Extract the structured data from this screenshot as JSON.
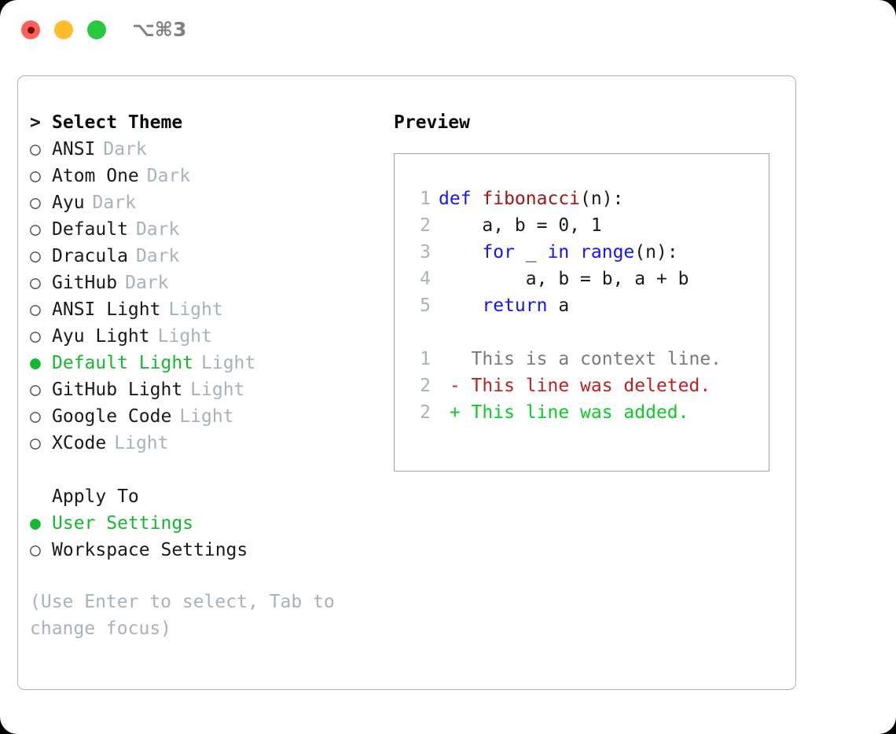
{
  "window": {
    "title": "⌥⌘3",
    "traffic_lights": [
      {
        "name": "close-button",
        "color": "#ff5f57"
      },
      {
        "name": "minimize-button",
        "color": "#febc2e"
      },
      {
        "name": "maximize-button",
        "color": "#28c840"
      }
    ]
  },
  "theme_list": {
    "header_marker": ">",
    "header_label": "Select Theme",
    "items": [
      {
        "marker": "○",
        "label": "ANSI",
        "badge": "Dark",
        "selected": false
      },
      {
        "marker": "○",
        "label": "Atom One",
        "badge": "Dark",
        "selected": false
      },
      {
        "marker": "○",
        "label": "Ayu",
        "badge": "Dark",
        "selected": false
      },
      {
        "marker": "○",
        "label": "Default",
        "badge": "Dark",
        "selected": false
      },
      {
        "marker": "○",
        "label": "Dracula",
        "badge": "Dark",
        "selected": false
      },
      {
        "marker": "○",
        "label": "GitHub",
        "badge": "Dark",
        "selected": false
      },
      {
        "marker": "○",
        "label": "ANSI Light",
        "badge": "Light",
        "selected": false
      },
      {
        "marker": "○",
        "label": "Ayu Light",
        "badge": "Light",
        "selected": false
      },
      {
        "marker": "●",
        "label": "Default Light",
        "badge": "Light",
        "selected": true
      },
      {
        "marker": "○",
        "label": "GitHub Light",
        "badge": "Light",
        "selected": false
      },
      {
        "marker": "○",
        "label": "Google Code",
        "badge": "Light",
        "selected": false
      },
      {
        "marker": "○",
        "label": "XCode",
        "badge": "Light",
        "selected": false
      }
    ]
  },
  "apply_to": {
    "title": "Apply To",
    "items": [
      {
        "marker": "●",
        "label": "User Settings",
        "selected": true
      },
      {
        "marker": "○",
        "label": "Workspace Settings",
        "selected": false
      }
    ]
  },
  "hint": "(Use Enter to select, Tab to change focus)",
  "preview": {
    "title": "Preview",
    "code_lines": [
      {
        "lineno": "1",
        "tokens": [
          {
            "text": "def ",
            "kind": "keyword"
          },
          {
            "text": "fibonacci",
            "kind": "function"
          },
          {
            "text": "(n):",
            "kind": "plain"
          }
        ]
      },
      {
        "lineno": "2",
        "tokens": [
          {
            "text": "    a, b = 0, 1",
            "kind": "plain"
          }
        ]
      },
      {
        "lineno": "3",
        "tokens": [
          {
            "text": "    ",
            "kind": "plain"
          },
          {
            "text": "for",
            "kind": "keyword"
          },
          {
            "text": " _ ",
            "kind": "plain"
          },
          {
            "text": "in",
            "kind": "keyword"
          },
          {
            "text": " ",
            "kind": "plain"
          },
          {
            "text": "range",
            "kind": "keyword"
          },
          {
            "text": "(n):",
            "kind": "plain"
          }
        ]
      },
      {
        "lineno": "4",
        "tokens": [
          {
            "text": "        a, b = b, a + b",
            "kind": "plain"
          }
        ]
      },
      {
        "lineno": "5",
        "tokens": [
          {
            "text": "    ",
            "kind": "plain"
          },
          {
            "text": "return",
            "kind": "keyword"
          },
          {
            "text": " a",
            "kind": "plain"
          }
        ]
      }
    ],
    "diff_lines": [
      {
        "lineno": "1",
        "marker": " ",
        "text": " This is a context line.",
        "kind": "context"
      },
      {
        "lineno": "2",
        "marker": "-",
        "text": " This line was deleted.",
        "kind": "deleted"
      },
      {
        "lineno": "2",
        "marker": "+",
        "text": " This line was added.",
        "kind": "added"
      }
    ]
  },
  "colors": {
    "accent_green": "#15b82e",
    "muted": "#a8b2bd",
    "keyword_blue": "#1414ff",
    "function_red": "#a41515",
    "diff_deleted": "#c41f1f",
    "diff_added": "#0bcc26",
    "border": "#aab4c0"
  }
}
